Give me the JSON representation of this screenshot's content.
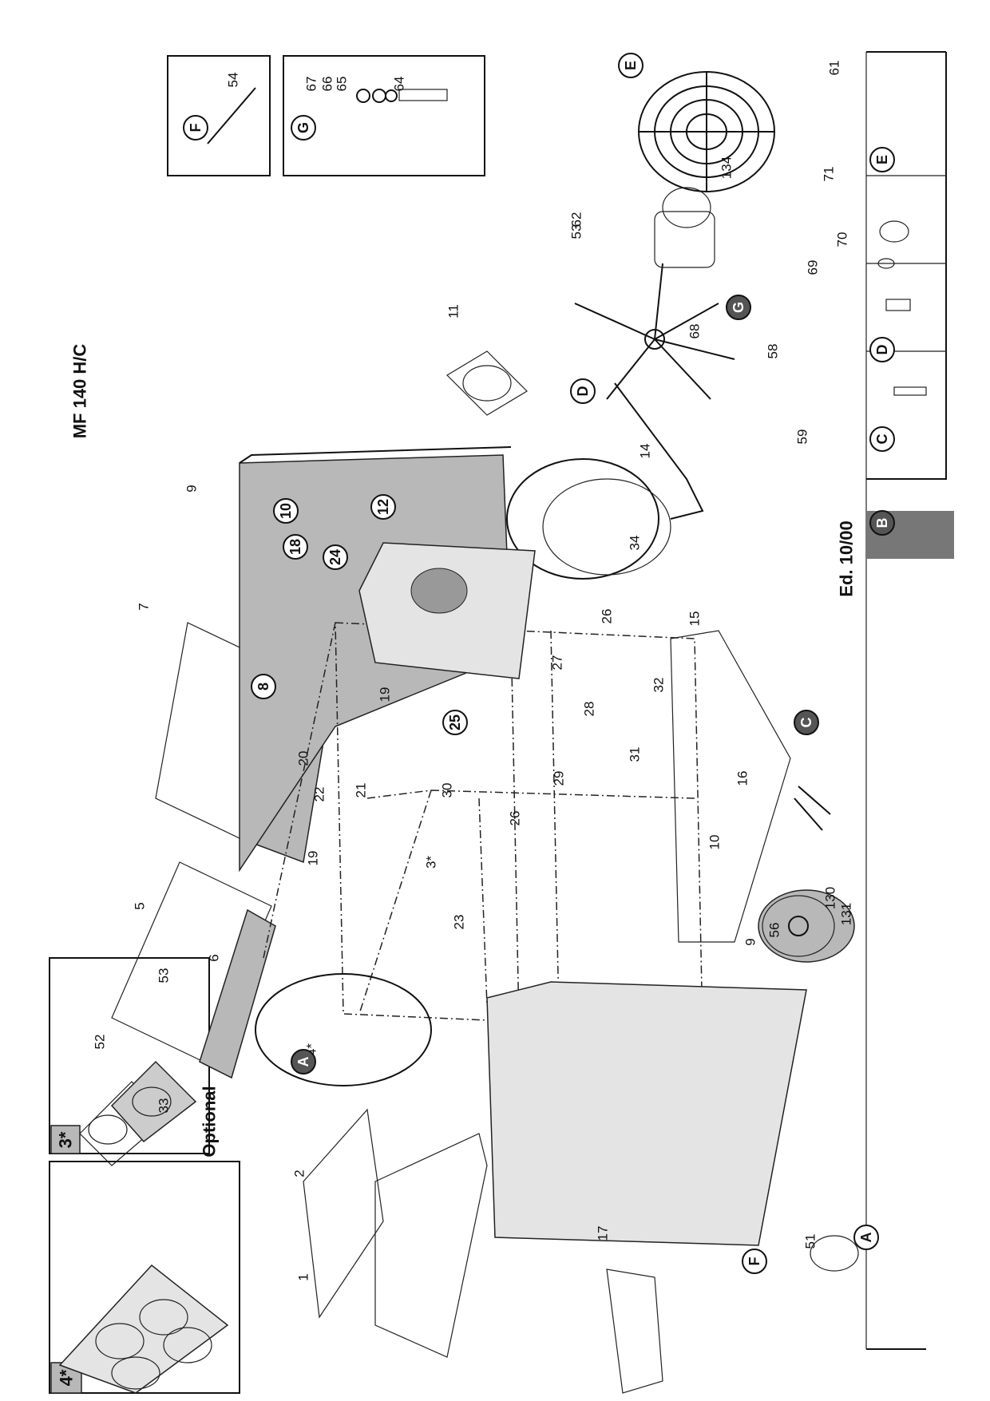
{
  "diagram": {
    "model": "MF 140 H/C",
    "edition": "Ed. 10/00",
    "optional_label": "Optional",
    "inset_badges": [
      "4*",
      "3*"
    ],
    "part_labels": [
      "33",
      "52",
      "53",
      "5",
      "6",
      "7",
      "9",
      "20",
      "22",
      "19",
      "21",
      "19",
      "30",
      "3*",
      "23",
      "26",
      "29",
      "31",
      "28",
      "32",
      "27",
      "26",
      "15",
      "34",
      "14",
      "11",
      "68",
      "62",
      "53",
      "134",
      "10",
      "9",
      "16",
      "56",
      "130",
      "131",
      "4*",
      "2",
      "1",
      "17",
      "51",
      "61",
      "59",
      "58",
      "69",
      "70",
      "71",
      "67",
      "66",
      "65",
      "64",
      "54"
    ],
    "circled_parts": [
      "10",
      "18",
      "24",
      "12",
      "8",
      "25"
    ],
    "detail_letters": [
      "A",
      "C",
      "D",
      "G",
      "E",
      "F",
      "G",
      "A",
      "F",
      "B",
      "C",
      "D",
      "E"
    ]
  }
}
